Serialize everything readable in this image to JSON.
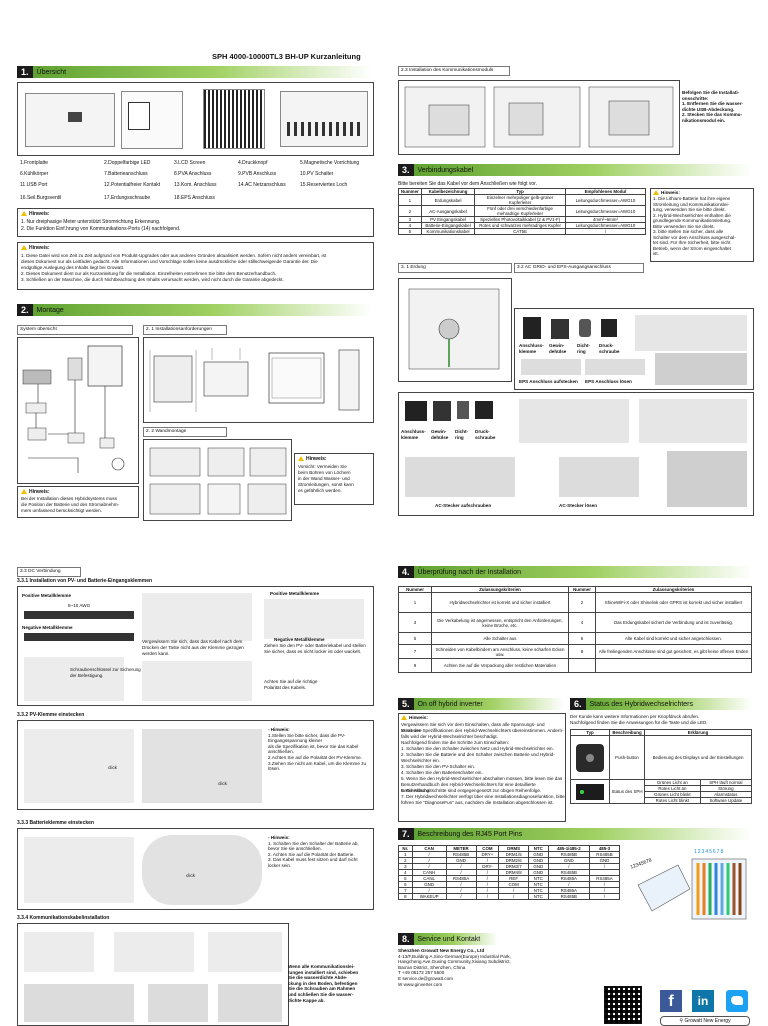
{
  "header": {
    "title": "SPH 4000-10000TL3 BH-UP Kurzanleitung"
  },
  "s1": {
    "num": "1.",
    "title": "Übersicht",
    "parts": [
      "1.Frontplatte",
      "2.Doppelfarbige LED",
      "3.LCD Screen",
      "4.Druckknopf",
      "5.Magnetische Vorrichtung",
      "6.Kühlkörper",
      "7.Batterieanschluss",
      "8.PVA Anschluss",
      "9.PVB Anschluss",
      "10.PV Schalter",
      "11.USB Port",
      "12.Potentialfreier Kontakt",
      "13.Kom. Anschluss",
      "14.AC Netzanschluss",
      "15.Reserviertes Loch",
      "16.Seil.Burgsventil",
      "17.Erdungsschraube",
      "18.EPS Anschluss"
    ],
    "hint1_title": "Hinweis:",
    "hint1_lines": [
      "1. Nur dreiphasige Meter unterstützt Stromrichtung Erkennung.",
      "2. Die Funktion Einf.hrung von Kommunikations-Ports (14) nachfolgend."
    ],
    "hint2_title": "Hinweis:",
    "hint2_lines": [
      "1. Diese Datei wird von Zeit zu Zeit aufgrund von Produkt-Upgrades oder aus anderen Gründen aktualisiert werden. Sofern nicht anders vereinbart, ist",
      "dieses Dokument nur als Leitfaden gedacht. Alle Informationen und Vorschläge sollen keine ausdrückliche oder stillschweigende Garantie der. Die",
      "endgültige Auslegung des Inhalts liegt bei Growatt.",
      "2. Dieses Dokument dient nur als Kurzanleitung für die Installation. Einzelheiten entnehmen Sie bitte dem Benutzerhandbuch.",
      "3. Schließen an der Maschine, die durch Nichtbeachtung des Inhalts verursacht werden, wird nicht durch die Garantie abgedeckt."
    ]
  },
  "s2": {
    "num": "2.",
    "title": "Montage",
    "system": "System übersicht",
    "req": "2. 1 Installationsanforderungen",
    "wall": "2. 2 Wandmontage",
    "hint_title": "Hinweis:",
    "hint_lines": [
      "Bei der Installation dieses Hybridsystems muss",
      "die Position der Batterie und des Stromabnehm-",
      "mers umfassend berücksichtigt werden."
    ],
    "wall_hint_lines": [
      "Hinweis:",
      "Vorsicht: Vermeiden Sie",
      "beim Bohren von Löchern",
      "in der Wand Wasser- und",
      "Stromleitungen, sonst kann",
      "es gefährlich werden."
    ]
  },
  "s23": {
    "title": "2.3 Installation des Kommunikationsmoduls",
    "steps": [
      "Befolgen Sie die Installati-",
      "onsschritte:",
      "1. Entfernen Sie die wasser-",
      "dichte USB-Abdeckung.",
      "2. Stecken Sie das Kommu-",
      "nikationsmodul ein."
    ]
  },
  "s3": {
    "num": "3.",
    "title": "Verbindungskabel",
    "intro": "Bitte bereiten Sie das Kabel vor dem Anschließen wie folgt vor.",
    "headers": [
      "Nummer",
      "Kabelbezeichnung",
      "Typ",
      "Empfohlenes Modul"
    ],
    "rows": [
      [
        "1",
        "Erdungskabel",
        "Einzelner mehrpoliger gelb-grüner Kupferleiter",
        "Leitungsdurchmesser=AWG10"
      ],
      [
        "2",
        "AC-Ausgangskabel",
        "Fünf oder drei verschiedenfarbige mehradrige Kupferleiter",
        "Leitungsdurchmesser=AWG10"
      ],
      [
        "3",
        "PV Eingangskabel",
        "Spezielles Photovoltaikkabel (2 & PV1-F)",
        "4mm²~6mm²"
      ],
      [
        "4",
        "Batterie-Eingangskabel",
        "Rotes und schwarzes mehradriges Kupfer",
        "Leitungsdurchmesser=AWG10"
      ],
      [
        "5",
        "Kommunikationskabel",
        "CAT5E",
        "/"
      ]
    ],
    "hint_lines": [
      "Hinweis:",
      "1. Die Lithium-Batterie hat ihre eigene",
      "Stromleitung und Kommunikationslei-",
      "tung, verwenden Sie sie bitte direkt.",
      "2. Hybrid-Wechselrichter enthalten die",
      "grundlegende Kommunikationsleitung.",
      "Bitte verwenden Sie sie direkt.",
      "3. bitte stellen Sie sicher, dass alle",
      "Schalter vor dem Anschluss ausgeschal-",
      "tet sind. Für Ihre Sicherheit, bitte nicht",
      "Betrieb, wenn der Strom eingeschaltet",
      "ist."
    ],
    "s31": "3. 1 Erdung",
    "s32": "3.2 AC GRID- und EPS-Ausgangsanschluss",
    "parts": [
      "Anschluss-klemme",
      "Gewin-dehülse",
      "Dicht-ring",
      "Druck-schraube"
    ],
    "eps_a": "EPS Anschluss aufstecken",
    "eps_b": "EPS Anschluss lösen",
    "ac_a": "AC-Stecker aufschrauben",
    "ac_b": "AC-Stecker lösen"
  },
  "s33": {
    "title": "3.3 DC Verbindung",
    "s331": "3.3.1 Installation von PV- und Batterie-Eingangsklemmen",
    "pos": "Positive Metallklemme",
    "neg": "Negative Metallklemme",
    "awg": "8~10 AWG",
    "txt1": [
      "Vergewissern Sie sich, dass das Kabel nach dem",
      "Drücken der Taste nicht aus der Klemme gezogen",
      "werden kann."
    ],
    "txt2": [
      "Ziehen Sie den PV- oder Batteriekabel und stellen",
      "Sie sicher, dass es nicht locker ist oder wackelt."
    ],
    "txt3": [
      "Schraubenschlüssel zur Sicherung",
      "der Befestigung."
    ],
    "txt4": [
      "Achten Sie auf die richtige",
      "Polarität des Kabels."
    ],
    "s332": "3.3.2 PV-Klemme einstecken",
    "s333": "3.3.3 Batterieklemme einstecken",
    "s334": "3.3.4 Kommunikationskabelinstallation",
    "click": "click",
    "pv_note": [
      "- Hinweis:",
      "1.Stellen Sie bitte sicher, dass die PV-Eingangsspannung kleiner",
      "als die Spezifikation ist, bevor Sie das Kabel anschließen.",
      "2.Achten Sie auf die Polarität der PV-Klemme.",
      "3.Ziehen Sie nicht am Kabel, um die Klemme zu lösen."
    ],
    "bat_note": [
      "- Hinweis:",
      "1. Schalten Sie den Schalter der Batterie ab, bevor Sie sie anschließen.",
      "2. Achten Sie auf die Polarität der Batterie.",
      "3. Das Kabel muss fest sitzen und darf nicht",
      "locker sein."
    ],
    "com_note": [
      "Wenn alle Kommunikationslei-",
      "tungen installiert sind, schieben",
      "Sie die wasserdichte Abde-",
      "ckung in den Boden, befestigen",
      "Sie die Schrauben am Rahmen",
      "und schließen Sie die wasser-",
      "dichte Kappe ab."
    ]
  },
  "s4": {
    "num": "4.",
    "title": "Überprüfung nach der Installation",
    "headers": [
      "Nummer",
      "Zulassungskriterien",
      "Nummer",
      "Zulassungskriterien"
    ],
    "rows": [
      [
        "1",
        "Hybridwechselrichter ist korrekt und sicher installiert",
        "2",
        "ShineWiFi-X oder Shinelink oder GPRS ist korrekt und sicher installiert"
      ],
      [
        "3",
        "Die Verkabelung ist angemessen, entspricht den Anforderungen, keine Brüche, etc.",
        "4",
        "Das Erdungskabel sichert die Verbindung und ist zuverlässig."
      ],
      [
        "5",
        "Alle Schalter aus",
        "6",
        "Alle Kabel sind korrekt und sicher angeschlossen."
      ],
      [
        "7",
        "Schneiden von Kabelbindern am Anschluss, keine scharfen Ecken usw.",
        "8",
        "Alle freiliegenden Anschlüsse sind gut gesichert, es gibt keine offenen Enden"
      ],
      [
        "9",
        "Achten Sie auf die Verpackung aller restlichen Materialien",
        "",
        ""
      ]
    ]
  },
  "s5": {
    "num": "5.",
    "title": "On off hybrid inverter",
    "lines": [
      "Hinweis:",
      "Vergewissern Sie sich vor dem Einschalten, dass alle Spannungs- und Stromwer-",
      "te mit den Spezifikationen des Hybrid-Wechselrichters übereinstimmen. Andern-",
      "falls wird der Hybrid-Wechselrichter beschädigt.",
      "Nachfolgend finden Sie die Schritte zum Einschalten:",
      "1. Schalten Sie den Schalter zwischen Netz und Hybrid-Wechselrichter ein.",
      "2. Schalten Sie die Batterie und den Schalter zwischen Batterie und Hybrid-",
      "Wechselrichter ein.",
      "3. Schalten Sie den PV-Schalter ein.",
      "4. Schalten Sie den Batterieschalter ein.",
      "5. Wenn Sie den Hybrid-Wechselrichter abschalten müssen, bitte lesen Sie das",
      "Benutzerhandbuch des Hybrid-Wechselrichters für eine detaillierte Beschreibung.",
      "6. Die Abschaltschritte sind entgegengesetzt zur obigen Reihenfolge.",
      "7. Der Hybridwechselrichter verfügt über eine Installationsdiagnosefunktion, bitte",
      "führen Sie \"DiagnoseFun\" aus, nachdem die Installation abgeschlossen ist."
    ]
  },
  "s6": {
    "num": "6.",
    "title": "Status des Hybridwechselrichters",
    "intro": [
      "Der Kunde kann weitere Informationen per Knopfdruck abrufen.",
      "Nachfolgend finden Sie die Anweisungen für die Taste und die LED."
    ],
    "headers": [
      "Typ",
      "Beschreibung",
      "Erklärung"
    ],
    "button_desc": "Push-button",
    "button_expl": "Bedienung des Displays und der Einstellungen",
    "status_label": "Status des SPH",
    "led_header_a": "Grünes Licht an",
    "led_header_b": "SPH läuft normal",
    "led_rows": [
      [
        "Rotes Licht an",
        "Störung"
      ],
      [
        "Grünes Licht blinkt",
        "Alarmstatus"
      ],
      [
        "Rotes Licht blinkt",
        "Software Update"
      ]
    ]
  },
  "s7": {
    "num": "7.",
    "title": "Beschreibung des RJ45 Port Pins",
    "headers": [
      "Nr.",
      "CAN",
      "METER",
      "COM",
      "DRMS",
      "NTC",
      "485-1/485-2",
      "485-3"
    ],
    "rows": [
      [
        "1",
        "/",
        "RS485B",
        "DRY+",
        "DRM1/5",
        "GND",
        "RS485B",
        "RS485B"
      ],
      [
        "2",
        "/",
        "GND",
        "/",
        "DRM2/6",
        "GND",
        "GND",
        "GND"
      ],
      [
        "3",
        "/",
        "/",
        "DRY-",
        "DRM3/7",
        "GND",
        "/",
        "/"
      ],
      [
        "4",
        "CANH",
        "/",
        "/",
        "DRM4/8",
        "GND",
        "RS485B",
        ""
      ],
      [
        "5",
        "CANL",
        "RS485A",
        "/",
        "REF",
        "NTC",
        "RS485A",
        "RS485A"
      ],
      [
        "6",
        "GND",
        "/",
        "/",
        "COM",
        "NTC",
        "/",
        "/"
      ],
      [
        "7",
        "/",
        "/",
        "/",
        "/",
        "NTC",
        "RS485A",
        "/"
      ],
      [
        "8",
        "WAKEUP",
        "/",
        "/",
        "/",
        "NTC",
        "RS485B",
        "/"
      ]
    ],
    "pins": "12345678"
  },
  "s8": {
    "num": "8.",
    "title": "Service und Kontakt",
    "company": "Shenzhen Growatt New Energy Co., Ltd",
    "addr": [
      "4-13/F,Building A,Sino-German(Europe) Industrial Park,",
      "Hangcheng Ave,Guxing Community,Xixiang Subdistrict,",
      "Bao'an District, Shenzhen, China"
    ],
    "tel": "T  +49 06172 267 5500",
    "email": "E  service.de@growatt.com",
    "web": "W  www.ginverter.com",
    "social": "Growatt New Energy"
  }
}
